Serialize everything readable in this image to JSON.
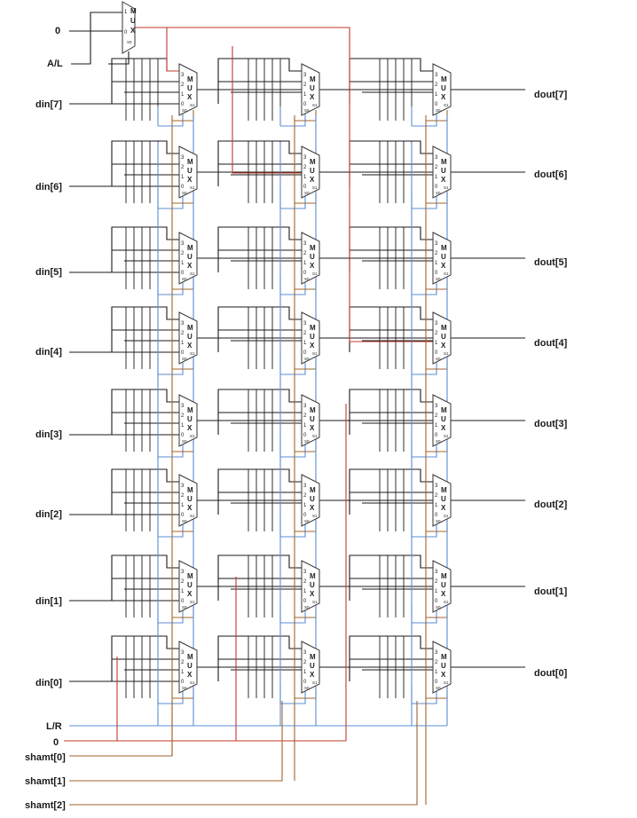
{
  "diagram": {
    "mux_letters": [
      "M",
      "U",
      "X"
    ],
    "mux_inputs": [
      "3",
      "2",
      "1",
      "0"
    ],
    "mux_select_left": "S0",
    "mux_select_right": "S1",
    "top_mux_inputs": [
      "1",
      "0"
    ],
    "top_mux_select": "S0",
    "inputs": [
      "din[7]",
      "din[6]",
      "din[5]",
      "din[4]",
      "din[3]",
      "din[2]",
      "din[1]",
      "din[0]"
    ],
    "outputs": [
      "dout[7]",
      "dout[6]",
      "dout[5]",
      "dout[4]",
      "dout[3]",
      "dout[2]",
      "dout[1]",
      "dout[0]"
    ],
    "top_labels": {
      "zero": "0",
      "arith": "A/L"
    },
    "bottom_labels": {
      "lr": "L/R",
      "zero": "0",
      "shamt": [
        "shamt[0]",
        "shamt[1]",
        "shamt[2]"
      ]
    },
    "colors": {
      "wire": "#1a1a1a",
      "fill_wire": "#c0392b",
      "direction_wire": "#5b8ed6",
      "shamt_wire": "#a0642d"
    }
  }
}
